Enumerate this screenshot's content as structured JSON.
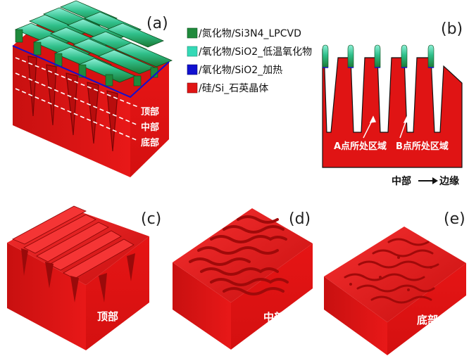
{
  "panels": {
    "a": {
      "label": "(a)",
      "levels": [
        "顶部",
        "中部",
        "底部"
      ]
    },
    "b": {
      "label": "(b)",
      "region_a": "A点所处区域",
      "region_b": "B点所处区域",
      "axis_from": "中部",
      "axis_to": "边缘"
    },
    "c": {
      "label": "(c)",
      "caption": "顶部"
    },
    "d": {
      "label": "(d)",
      "caption": "中部"
    },
    "e": {
      "label": "(e)",
      "caption": "底部"
    }
  },
  "legend": [
    {
      "text": "/氮化物/Si3N4_LPCVD",
      "color": "#1f8a3c"
    },
    {
      "text": "/氧化物/SiO2_低温氧化物",
      "color": "#34d9b6"
    },
    {
      "text": "/氧化物/SiO2_加热",
      "color": "#1010d0"
    },
    {
      "text": "/硅/Si_石英晶体",
      "color": "#e01414"
    }
  ],
  "colors": {
    "silicon": "#e01414",
    "silicon_side": "#b80f0f",
    "silicon_top": "#f02020",
    "nitride": "#1f8a3c",
    "oxide_lt": "#34d9b6",
    "oxide_heat": "#1010d0"
  }
}
